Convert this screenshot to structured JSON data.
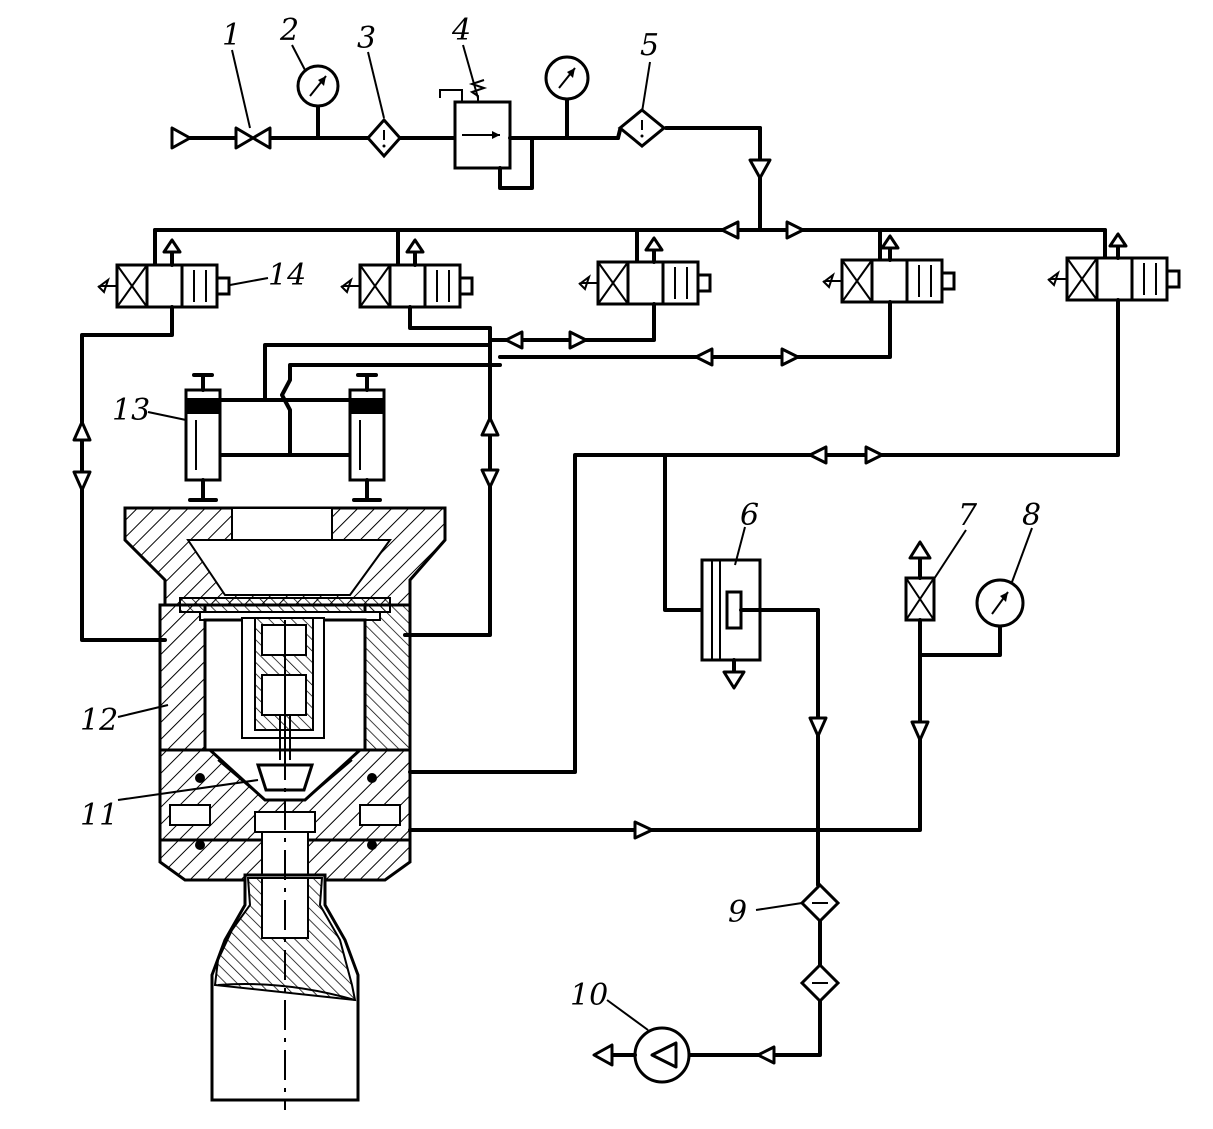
{
  "labels": {
    "l1": "1",
    "l2": "2",
    "l3": "3",
    "l4": "4",
    "l5": "5",
    "l6": "6",
    "l7": "7",
    "l8": "8",
    "l9": "9",
    "l10": "10",
    "l11": "11",
    "l12": "12",
    "l13": "13",
    "l14": "14"
  },
  "colors": {
    "ink": "#000000",
    "paper": "#ffffff"
  }
}
